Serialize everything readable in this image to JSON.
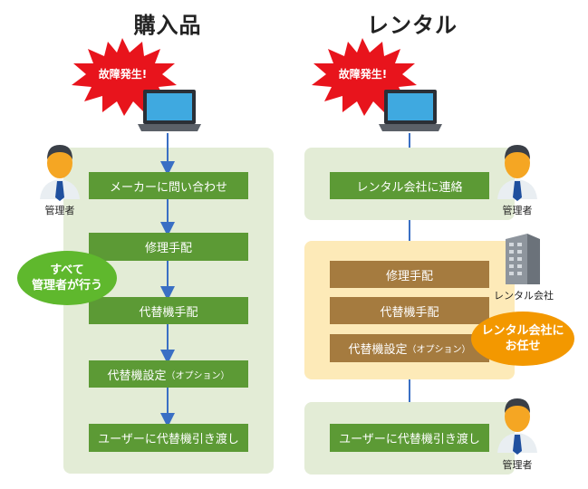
{
  "columns": {
    "purchase": {
      "title": "購入品",
      "alert": "故障発生!",
      "manager_label": "管理者",
      "bubble": "すべて\n管理者が行う",
      "steps": [
        {
          "label": "メーカーに問い合わせ"
        },
        {
          "label": "修理手配"
        },
        {
          "label": "代替機手配"
        },
        {
          "label": "代替機設定",
          "note": "（オプション）"
        },
        {
          "label": "ユーザーに代替機引き渡し"
        }
      ]
    },
    "rental": {
      "title": "レンタル",
      "alert": "故障発生!",
      "manager_label_top": "管理者",
      "manager_label_bottom": "管理者",
      "company_label": "レンタル会社",
      "bubble": "レンタル会社に\nお任せ",
      "steps": [
        {
          "label": "レンタル会社に連絡"
        },
        {
          "label": "修理手配"
        },
        {
          "label": "代替機手配"
        },
        {
          "label": "代替機設定",
          "note": "（オプション）"
        },
        {
          "label": "ユーザーに代替機引き渡し"
        }
      ]
    }
  },
  "colors": {
    "green_step": "#5c9a35",
    "brown_step": "#a57b3f",
    "green_panel": "#e3ecd6",
    "yellow_panel": "#fdeab8",
    "burst": "#e8141c",
    "arrow": "#3a6fc4",
    "bubble_green": "#5fb82d",
    "bubble_orange": "#f39800"
  }
}
